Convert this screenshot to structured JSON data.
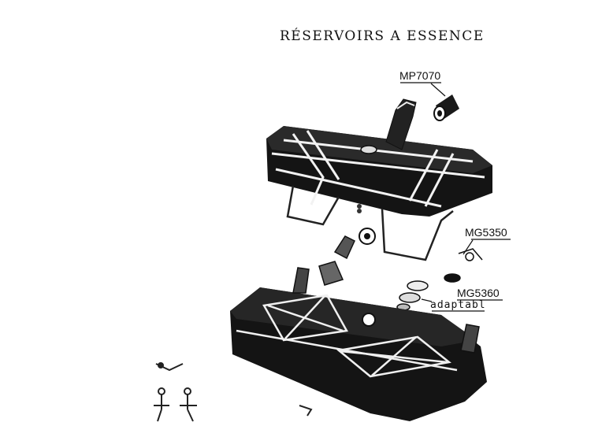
{
  "title": "RÉSERVOIRS A ESSENCE",
  "parts": [
    {
      "ref": "MP7070"
    },
    {
      "ref": "MG5350"
    },
    {
      "ref": "MG5360"
    }
  ],
  "note": "adaptabl"
}
